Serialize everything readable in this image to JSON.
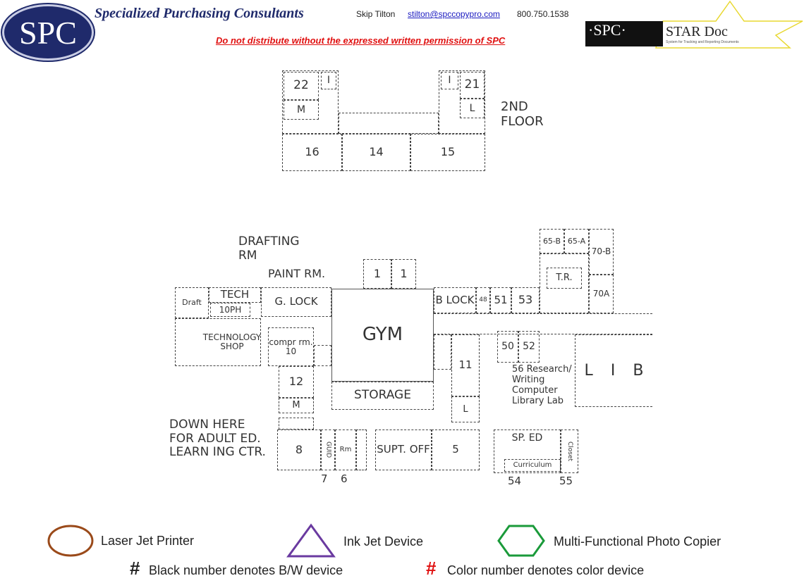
{
  "header": {
    "logo_text": "SPC",
    "company": "Specialized Purchasing Consultants",
    "contact_name": "Skip Tilton",
    "email": "stilton@spccopypro.com",
    "phone": "800.750.1538",
    "warning": "Do not distribute without the expressed written permission of SPC",
    "star_logo_left": "·SPC·",
    "star_logo_right": "STAR Doc",
    "star_logo_sub": "System for Tracking and Reporting Documents"
  },
  "floor2": {
    "title": "2ND FLOOR",
    "rooms": {
      "r22": "22",
      "m": "M",
      "r21": "21",
      "l": "L",
      "r16": "16",
      "r14": "14",
      "r15": "15",
      "st1": "I",
      "st2": "I"
    }
  },
  "floor1": {
    "notes": {
      "drafting": "DRAFTING RM",
      "paint": "PAINT RM.",
      "adult": "DOWN HERE FOR ADULT ED. LEARN ING CTR.",
      "lab": "56 Research/ Writing Computer Library Lab"
    },
    "rooms": {
      "draft": "Draft",
      "tech": "TECH",
      "ph": "10PH",
      "techshop": "TECHNOLOGY SHOP",
      "glock": "G. LOCK",
      "top1": "1",
      "top2": "1",
      "gym": "GYM",
      "storage": "STORAGE",
      "compr": "compr rm. 10",
      "r12": "12",
      "m": "M",
      "r8": "8",
      "guid": "GUID",
      "rm": "Rm",
      "supt": "SUPT. OFF",
      "r5": "5",
      "block": "B LOCK",
      "r48": "48",
      "r51": "51",
      "r53": "53",
      "r11": "11",
      "l": "L",
      "r50": "50",
      "r52": "52",
      "r65b": "65-B",
      "r65a": "65-A",
      "r70b": "70-B",
      "tr": "T.R.",
      "r70a": "70A",
      "lib_l": "L",
      "lib_i": "I",
      "lib_b": "B",
      "sped": "SP. ED",
      "curriculum": "Curriculum",
      "closet": "Closet",
      "r54": "54",
      "r55": "55",
      "r7": "7",
      "r6": "6"
    }
  },
  "legend": {
    "laser": "Laser Jet Printer",
    "inkjet": "Ink Jet Device",
    "mfp": "Multi-Functional Photo Copier",
    "hash": "#",
    "bw_note": "Black number denotes B/W device",
    "color_note": "Color number denotes color device",
    "colors": {
      "laser": "#9a4a1a",
      "inkjet": "#6a3aa0",
      "mfp": "#1a9a3a",
      "color_hash": "#e01010"
    }
  }
}
